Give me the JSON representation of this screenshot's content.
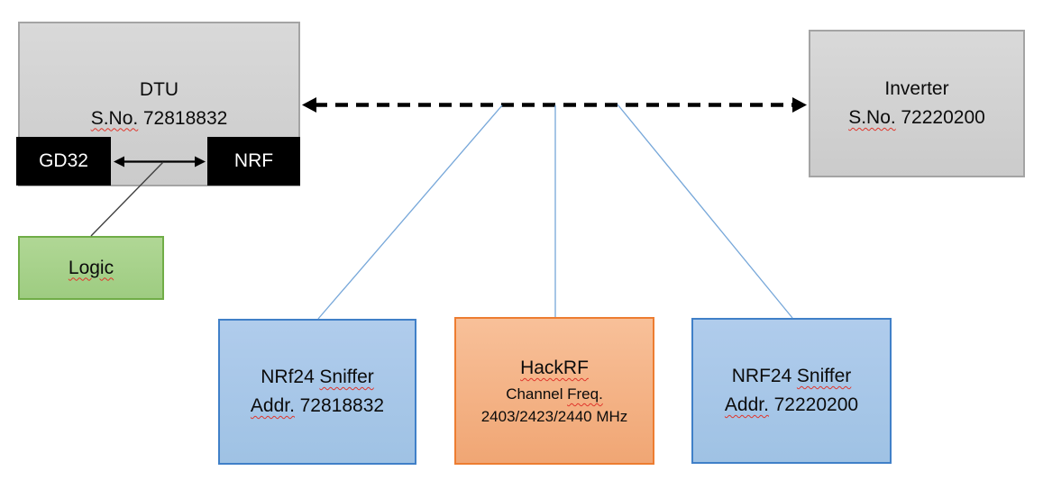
{
  "nodes": {
    "dtu": {
      "title": "DTU",
      "serial_label": "S.No.",
      "serial_value": "72818832"
    },
    "gd32": {
      "label": "GD32"
    },
    "nrf": {
      "label": "NRF"
    },
    "logic": {
      "label": "Logic"
    },
    "inverter": {
      "title": "Inverter",
      "serial_label": "S.No.",
      "serial_value": "72220200"
    },
    "sniffer_left": {
      "name_brand": "NRf24",
      "name_type": "Sniffer",
      "addr_label": "Addr.",
      "addr_value": "72818832"
    },
    "hackrf": {
      "title": "HackRF",
      "freq_label_1": "Channel",
      "freq_label_2": "Freq.",
      "freq_value": "2403/2423/2440 MHz"
    },
    "sniffer_right": {
      "name_brand": "NRF24",
      "name_type": "Sniffer",
      "addr_label": "Addr.",
      "addr_value": "72220200"
    }
  },
  "connectors": {
    "dtu_inverter": {
      "style": "dashed",
      "arrowheads": "both",
      "color": "#000000"
    },
    "gd32_nrf": {
      "style": "solid",
      "arrowheads": "both",
      "color": "#000000"
    },
    "nrf_logic": {
      "style": "solid",
      "arrowheads": "none",
      "color": "#404040"
    },
    "tap_sniffer_left": {
      "style": "solid",
      "arrowheads": "none",
      "color": "#76a7d9"
    },
    "tap_hackrf": {
      "style": "solid",
      "arrowheads": "none",
      "color": "#76a7d9"
    },
    "tap_sniffer_right": {
      "style": "solid",
      "arrowheads": "none",
      "color": "#76a7d9"
    }
  },
  "colors": {
    "background": "#ffffff",
    "gray_fill": "#d2d2d2",
    "gray_border": "#a4a4a4",
    "black_fill": "#000000",
    "green_fill": "#a9d18e",
    "green_border": "#70ad47",
    "blue_fill": "#a9c7e8",
    "blue_border": "#4080c8",
    "orange_fill": "#f4b183",
    "orange_border": "#ed7d31",
    "connector_blue": "#76a7d9",
    "spellcheck_red": "#e0352b"
  }
}
